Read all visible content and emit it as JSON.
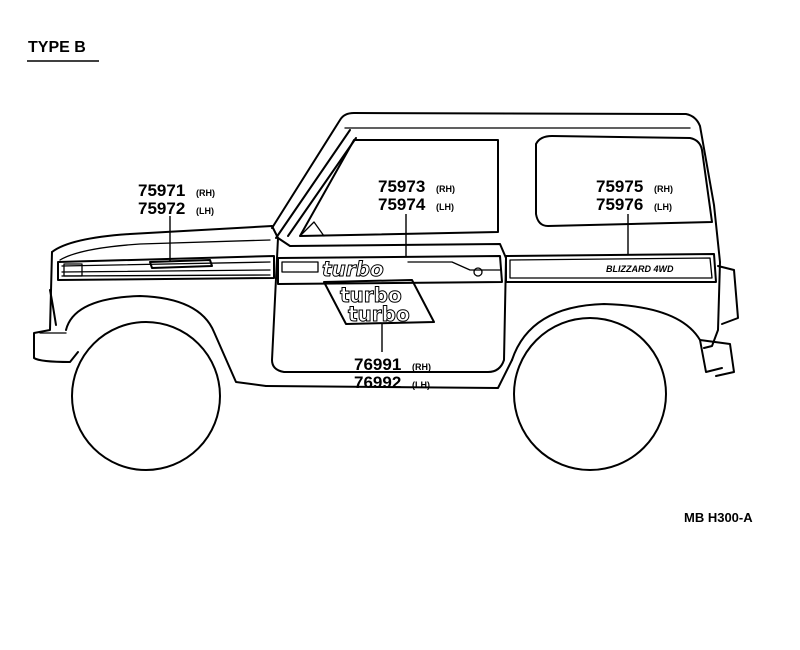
{
  "type_label": "TYPE B",
  "ref_code": "MB H300-A",
  "callouts": [
    {
      "part": "75971",
      "side": "(RH)"
    },
    {
      "part": "75972",
      "side": "(LH)"
    },
    {
      "part": "75973",
      "side": "(RH)"
    },
    {
      "part": "75974",
      "side": "(LH)"
    },
    {
      "part": "75975",
      "side": "(RH)"
    },
    {
      "part": "75976",
      "side": "(LH)"
    },
    {
      "part": "76991",
      "side": "(RH)"
    },
    {
      "part": "76992",
      "side": "(LH)"
    }
  ],
  "decals": {
    "door_stripe_text": "turbo",
    "emblem_line1": "turbo",
    "emblem_line2": "turbo",
    "rear_stripe_text": "BLIZZARD  4WD"
  }
}
